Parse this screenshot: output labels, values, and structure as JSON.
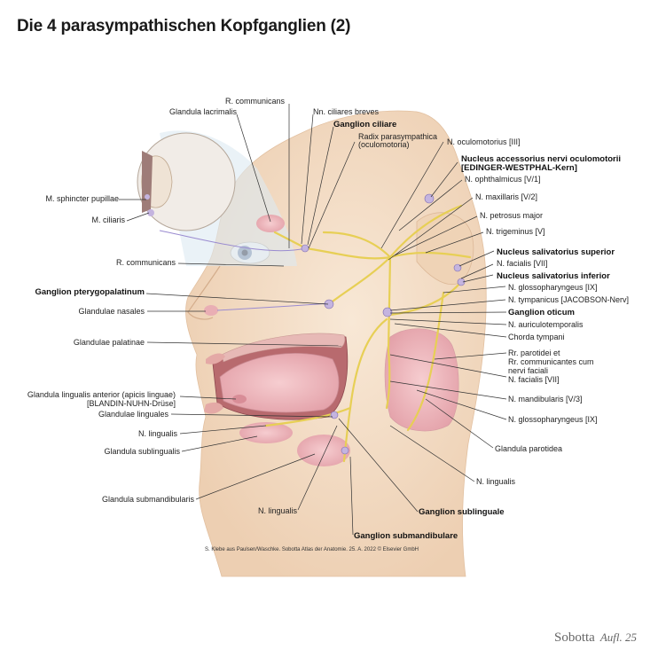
{
  "title": "Die 4 parasympathischen Kopfganglien (2)",
  "labels": {
    "r_communicans_top": "R. communicans",
    "glandula_lacrimalis": "Glandula lacrimalis",
    "nn_ciliares_breves": "Nn. ciliares breves",
    "ganglion_ciliare": "Ganglion ciliare",
    "radix_1": "Radix parasympathica",
    "radix_2": "(oculomotoria)",
    "n_oculomotorius": "N. oculomotorius [III]",
    "nucleus_accessorius_1": "Nucleus accessorius nervi oculomotorii",
    "nucleus_accessorius_2": "[EDINGER-WESTPHAL-Kern]",
    "m_sphincter": "M. sphincter pupillae",
    "n_ophthalmicus": "N. ophthalmicus [V/1]",
    "m_ciliaris": "M. ciliaris",
    "n_maxillaris": "N. maxillaris [V/2]",
    "n_petrosus": "N. petrosus major",
    "n_trigeminus": "N. trigeminus [V]",
    "nucleus_sal_sup": "Nucleus salivatorius superior",
    "r_communicans_mid": "R. communicans",
    "n_facialis_1": "N. facialis [VII]",
    "nucleus_sal_inf": "Nucleus salivatorius inferior",
    "ganglion_pterygo": "Ganglion pterygopalatinum",
    "n_glosso_1": "N. glossopharyngeus [IX]",
    "n_tympanicus": "N. tympanicus [JACOBSON-Nerv]",
    "glandulae_nasales": "Glandulae nasales",
    "ganglion_oticum": "Ganglion oticum",
    "n_auriculo": "N. auriculotemporalis",
    "chorda": "Chorda tympani",
    "glandulae_palatinae": "Glandulae palatinae",
    "rr_parotidei_1": "Rr. parotidei et",
    "rr_parotidei_2": "Rr. communicantes cum",
    "rr_parotidei_3": "nervi faciali",
    "n_facialis_2": "N. facialis [VII]",
    "gl_lingualis_ant_1": "Glandula lingualis anterior (apicis linguae)",
    "gl_lingualis_ant_2": "[BLANDIN-NUHN-Drüse]",
    "n_mandibularis": "N. mandibularis [V/3]",
    "glandulae_linguales": "Glandulae linguales",
    "n_glosso_2": "N. glossopharyngeus [IX]",
    "n_lingualis_left": "N. lingualis",
    "glandula_parotidea": "Glandula parotidea",
    "glandula_sublingualis": "Glandula sublingualis",
    "n_lingualis_right": "N. lingualis",
    "glandula_submandibularis": "Glandula submandibularis",
    "n_lingualis_bottom": "N. lingualis",
    "ganglion_sublinguale": "Ganglion sublinguale",
    "ganglion_submandibulare": "Ganglion submandibulare"
  },
  "credit": "S. Klebe aus Paulsen/Waschke. Sobotta Atlas der Anatomie. 25. A. 2022 © Elsevier GmbH",
  "brand": {
    "name": "Sobotta",
    "edition": "Aufl. 25"
  },
  "colors": {
    "nerve": "#ecd96a",
    "skin": "#f3dcc4",
    "gland": "#e9aeb4",
    "ganglion": "#c4b4df",
    "text": "#222222"
  }
}
